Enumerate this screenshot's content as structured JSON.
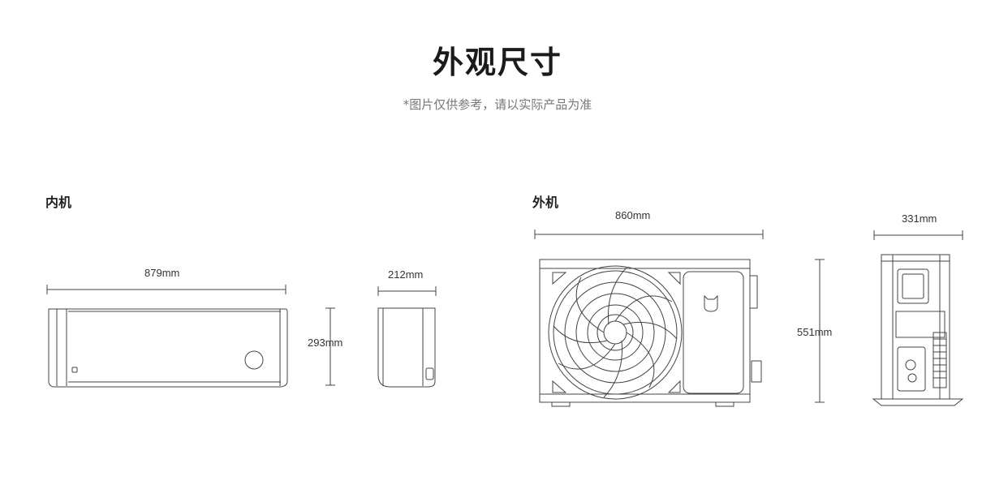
{
  "header": {
    "title": "外观尺寸",
    "note": "*图片仅供参考，请以实际产品为准"
  },
  "indoor": {
    "label": "内机",
    "width": "879mm",
    "height": "293mm",
    "depth": "212mm"
  },
  "outdoor": {
    "label": "外机",
    "width": "860mm",
    "height": "551mm",
    "depth": "331mm"
  },
  "colors": {
    "line": "#333333",
    "dim": "#555555"
  }
}
